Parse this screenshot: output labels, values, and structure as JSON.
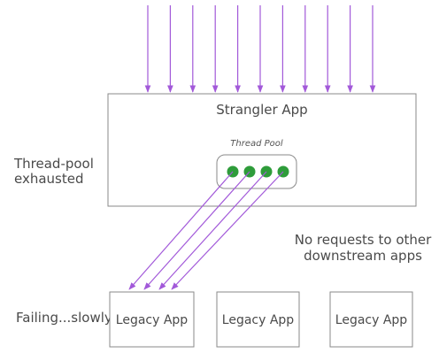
{
  "strangler": {
    "title": "Strangler App",
    "thread_pool_label": "Thread Pool",
    "thread_count": 4,
    "thread_color": "#2e9c3a",
    "incoming_request_count": 11
  },
  "side_labels": {
    "exhausted_line1": "Thread-pool",
    "exhausted_line2": "exhausted",
    "no_requests_line1": "No requests to other",
    "no_requests_line2": "downstream apps",
    "failing": "Failing...slowly!"
  },
  "legacy_apps": [
    {
      "label": "Legacy App"
    },
    {
      "label": "Legacy App"
    },
    {
      "label": "Legacy App"
    }
  ],
  "colors": {
    "arrow": "#a259d9",
    "box_stroke": "#8a8a8a",
    "text": "#4a4a4a"
  }
}
